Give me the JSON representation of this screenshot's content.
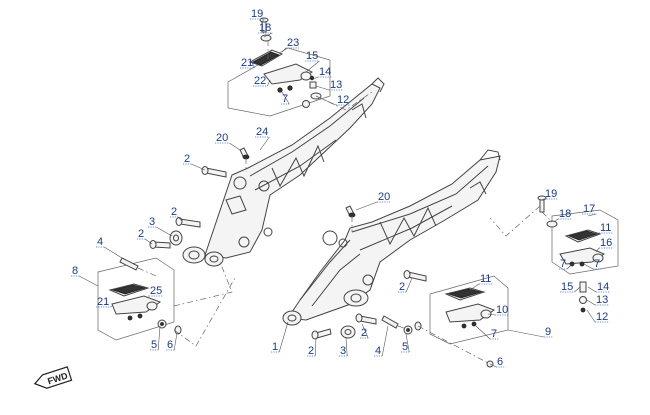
{
  "callouts": [
    {
      "key": "c19a",
      "text": "19"
    },
    {
      "key": "c18a",
      "text": "18"
    },
    {
      "key": "c23",
      "text": "23"
    },
    {
      "key": "c15a",
      "text": "15"
    },
    {
      "key": "c21a",
      "text": "21"
    },
    {
      "key": "c14a",
      "text": "14"
    },
    {
      "key": "c22",
      "text": "22"
    },
    {
      "key": "c13a",
      "text": "13"
    },
    {
      "key": "c7a",
      "text": "7"
    },
    {
      "key": "c12a",
      "text": "12"
    },
    {
      "key": "c24",
      "text": "24"
    },
    {
      "key": "c20a",
      "text": "20"
    },
    {
      "key": "c2a",
      "text": "2"
    },
    {
      "key": "c20b",
      "text": "20"
    },
    {
      "key": "c19b",
      "text": "19"
    },
    {
      "key": "c18b",
      "text": "18"
    },
    {
      "key": "c17",
      "text": "17"
    },
    {
      "key": "c2b",
      "text": "2"
    },
    {
      "key": "c3a",
      "text": "3"
    },
    {
      "key": "c2c",
      "text": "2"
    },
    {
      "key": "c11a",
      "text": "11"
    },
    {
      "key": "c16",
      "text": "16"
    },
    {
      "key": "c4a",
      "text": "4"
    },
    {
      "key": "c7b",
      "text": "7"
    },
    {
      "key": "c8",
      "text": "8"
    },
    {
      "key": "c11b",
      "text": "11"
    },
    {
      "key": "c25",
      "text": "25"
    },
    {
      "key": "c2d",
      "text": "2"
    },
    {
      "key": "c15b",
      "text": "15"
    },
    {
      "key": "c14b",
      "text": "14"
    },
    {
      "key": "c21b",
      "text": "21"
    },
    {
      "key": "c13b",
      "text": "13"
    },
    {
      "key": "c10",
      "text": "10"
    },
    {
      "key": "c12b",
      "text": "12"
    },
    {
      "key": "c7c",
      "text": "7"
    },
    {
      "key": "c2e",
      "text": "2"
    },
    {
      "key": "c9",
      "text": "9"
    },
    {
      "key": "c7d",
      "text": "7"
    },
    {
      "key": "c5a",
      "text": "5"
    },
    {
      "key": "c6a",
      "text": "6"
    },
    {
      "key": "c1",
      "text": "1"
    },
    {
      "key": "c2f",
      "text": "2"
    },
    {
      "key": "c3b",
      "text": "3"
    },
    {
      "key": "c4b",
      "text": "4"
    },
    {
      "key": "c5b",
      "text": "5"
    },
    {
      "key": "c6b",
      "text": "6"
    }
  ],
  "logo_text": "FWD"
}
